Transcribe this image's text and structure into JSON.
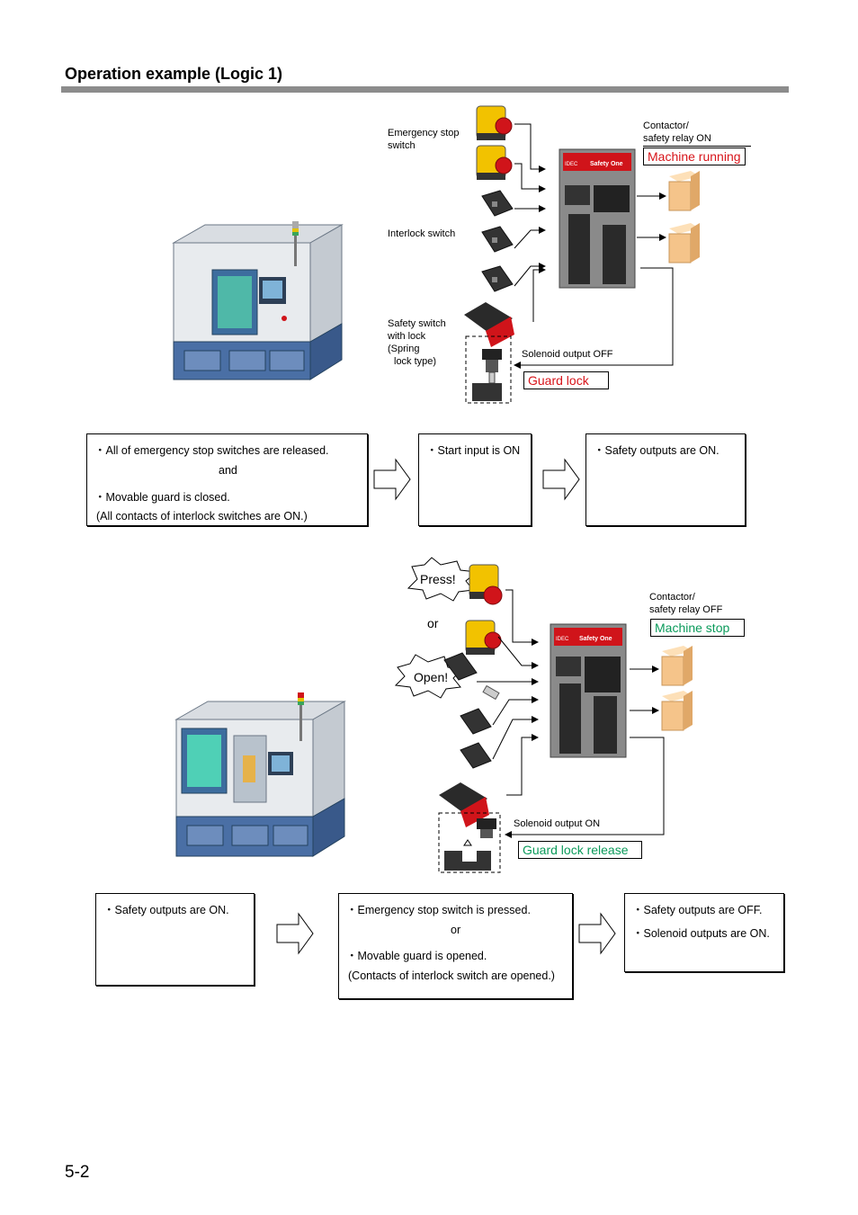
{
  "page": {
    "heading": "Operation example (Logic 1)",
    "page_number": "5-2"
  },
  "diagram_running": {
    "emergency_stop_label": [
      "Emergency stop",
      "switch"
    ],
    "interlock_label": "Interlock switch",
    "safety_switch_label": [
      "Safety switch",
      "with lock",
      "(Spring",
      "lock type)"
    ],
    "contactor_label": [
      "Contactor/",
      "safety relay ON"
    ],
    "status": "Machine running",
    "solenoid": "Solenoid output OFF",
    "guard": "Guard lock"
  },
  "steps_running": [
    {
      "lines": [
        "・All of emergency stop switches are released.",
        "and",
        "・Movable guard is closed.",
        "(All contacts of interlock switches are ON.)"
      ]
    },
    {
      "lines": [
        "・Start input is ON"
      ]
    },
    {
      "lines": [
        "・Safety outputs are ON."
      ]
    }
  ],
  "diagram_stop": {
    "press": "Press!",
    "or": "or",
    "open": "Open!",
    "contactor_label": [
      "Contactor/",
      "safety relay OFF"
    ],
    "status": "Machine stop",
    "solenoid": "Solenoid output ON",
    "guard": "Guard lock release"
  },
  "steps_stop": [
    {
      "lines": [
        "・Safety outputs are ON."
      ]
    },
    {
      "lines": [
        "・Emergency stop switch is pressed.",
        "or",
        "・Movable guard is opened.",
        "(Contacts of interlock switch are opened.)"
      ]
    },
    {
      "lines": [
        "・Safety outputs are OFF.",
        "・Solenoid outputs are ON."
      ]
    }
  ],
  "controller_brand": "Safety One",
  "controller_maker": "IDEC",
  "colors": {
    "status_red": "#d7141a",
    "status_green": "#0a9a5a",
    "rule_gray": "#8c8c8c",
    "estop_yellow": "#f2c200",
    "estop_red": "#d0141a",
    "relay_orange": "#f5c48a",
    "machine_blue": "#4a6fa5"
  }
}
